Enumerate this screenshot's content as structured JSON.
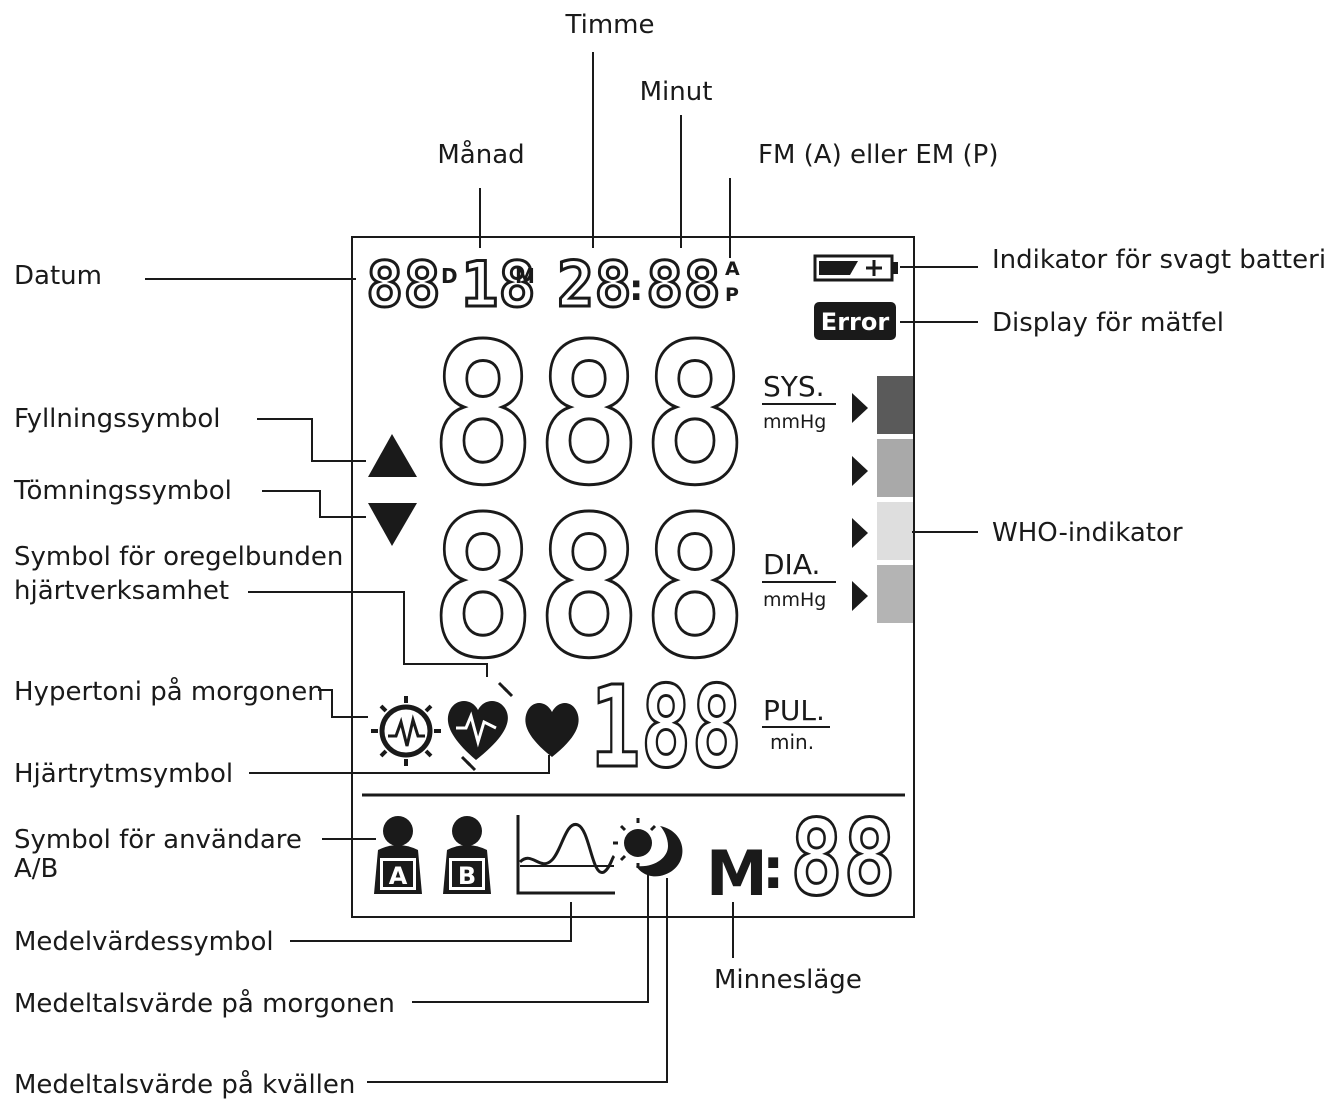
{
  "labels": {
    "timme": "Timme",
    "minut": "Minut",
    "manad": "Månad",
    "fm_em": "FM (A) eller EM (P)",
    "datum": "Datum",
    "battery": "Indikator för svagt batteri",
    "error_display": "Display för mätfel",
    "fill_symbol": "Fyllningssymbol",
    "empty_symbol": "Tömningssymbol",
    "irregular_line1": "Symbol för oregelbunden",
    "irregular_line2": "hjärtverksamhet",
    "who": "WHO-indikator",
    "morning_hypertension": "Hypertoni på morgonen",
    "heart_rhythm": "Hjärtrytmsymbol",
    "user_line1": "Symbol för användare",
    "user_line2": "A/B",
    "average": "Medelvärdessymbol",
    "memory_mode": "Minnesläge",
    "avg_morning": "Medeltalsvärde på morgonen",
    "avg_evening": "Medeltalsvärde på kvällen"
  },
  "lcd": {
    "day_digits": "88",
    "day_letter": "D",
    "month_digits": "18",
    "month_letter": "M",
    "hour_digits": "28",
    "colon": ":",
    "minute_digits": "88",
    "am": "A",
    "pm": "P",
    "error": "Error",
    "sys_digits": "888",
    "dia_digits": "888",
    "pulse_digits": "188",
    "sys": "SYS.",
    "dia": "DIA.",
    "pul": "PUL.",
    "mmhg": "mmHg",
    "min": "min.",
    "user_a": "A",
    "user_b": "B",
    "memory_letter": "M",
    "memory_colon": ":",
    "memory_digits": "88"
  },
  "who_levels": [
    {
      "color": "#5a5a5a"
    },
    {
      "color": "#a9a9a9"
    },
    {
      "color": "#dedede"
    },
    {
      "color": "#b4b4b4"
    }
  ],
  "icons": [
    "battery-icon",
    "triangle-up-icon",
    "triangle-down-icon",
    "sun-pulse-icon",
    "irregular-heart-icon",
    "heart-icon",
    "user-a-icon",
    "user-b-icon",
    "average-graph-icon",
    "sun-moon-icon"
  ]
}
